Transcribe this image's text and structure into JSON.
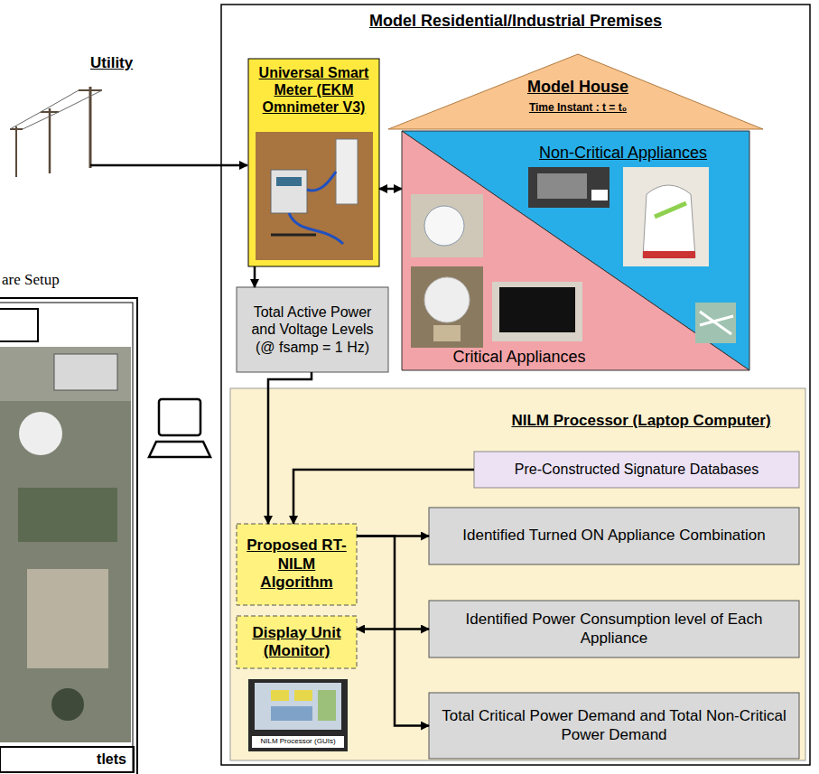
{
  "diagram": {
    "nodes": [
      {
        "text": [
          "Model Residential/Industrial Premises"
        ]
      },
      {
        "text": [
          "Universal Smart Meter (EKM Omnimeter V3)"
        ],
        "in": 0
      },
      {
        "text": [
          "Model House",
          "Time Instant : t = t₀"
        ],
        "in": 0
      },
      {
        "text": [
          "Non-Critical Appliances"
        ],
        "in": 2
      },
      {
        "text": [
          "Critical Appliances"
        ],
        "in": 2
      },
      {
        "text": [
          "Total Active Power and Voltage Levels (@ fsamp = 1 Hz)"
        ],
        "in": 0
      },
      {
        "text": [
          "NILM Processor (Laptop Computer)"
        ],
        "in": 0
      },
      {
        "text": [
          "Pre-Constructed Signature Databases"
        ],
        "in": 6
      },
      {
        "text": [
          "Proposed RT-NILM Algorithm"
        ],
        "in": 6
      },
      {
        "text": [
          "Display Unit (Monitor)"
        ],
        "in": 6
      },
      {
        "text": [
          "Identified Turned ON Appliance Combination"
        ],
        "in": 6
      },
      {
        "text": [
          "Identified Power Consumption level of Each Appliance"
        ],
        "in": 6
      },
      {
        "text": [
          "Total Critical Power Demand and Total Non-Critical Power Demand"
        ],
        "in": 6
      },
      {
        "text": [
          "tlets"
        ]
      }
    ],
    "edges": [
      {
        "from": 1,
        "to": 2,
        "arrow": "both"
      },
      {
        "from": 1,
        "to": 5,
        "arrow": "to"
      },
      {
        "from": 5,
        "to": 8,
        "arrow": "to"
      },
      {
        "from": 7,
        "to": 8,
        "arrow": "to"
      },
      {
        "from": 8,
        "to": 10,
        "arrow": "to"
      },
      {
        "from": 8,
        "to": 12,
        "arrow": "to"
      },
      {
        "from": 9,
        "to": 11,
        "arrow": "both"
      }
    ],
    "labels": [
      "Utility",
      "are Setup",
      "NILM Processor (GUIs)"
    ]
  }
}
